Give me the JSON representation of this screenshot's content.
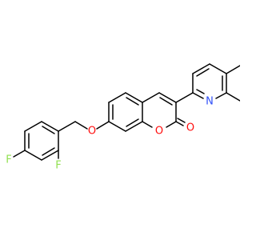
{
  "molecule": {
    "atoms": {
      "F_top": "F",
      "F_bottom": "F",
      "O_ether": "O",
      "O_ring": "O",
      "O_carbonyl": "O",
      "N_quinoline": "N"
    }
  },
  "colors": {
    "bond": "#000000",
    "oxygen": "#ff0d0d",
    "nitrogen": "#3050f8",
    "fluorine": "#90e050",
    "background": "#ffffff"
  }
}
